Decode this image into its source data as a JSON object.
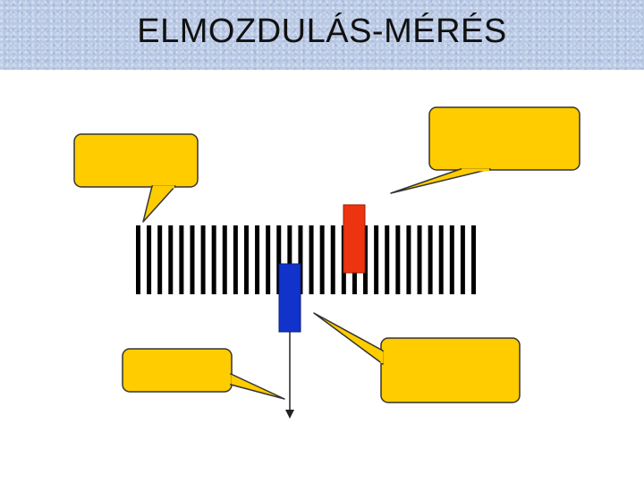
{
  "slide": {
    "title": "ELMOZDULÁS-MÉRÉS"
  },
  "colors": {
    "callout_fill": "#ffcc00",
    "callout_stroke": "#333333",
    "scale_bar": "#000000",
    "moving_marker": "#1133cc",
    "reference_marker": "#ee3311",
    "title_background": "#b9c9e4"
  },
  "diagram": {
    "scale_bar_count": 32,
    "callouts": [
      {
        "id": "top-left",
        "text": ""
      },
      {
        "id": "top-right",
        "text": ""
      },
      {
        "id": "bottom-left",
        "text": ""
      },
      {
        "id": "bottom-right",
        "text": ""
      }
    ]
  }
}
